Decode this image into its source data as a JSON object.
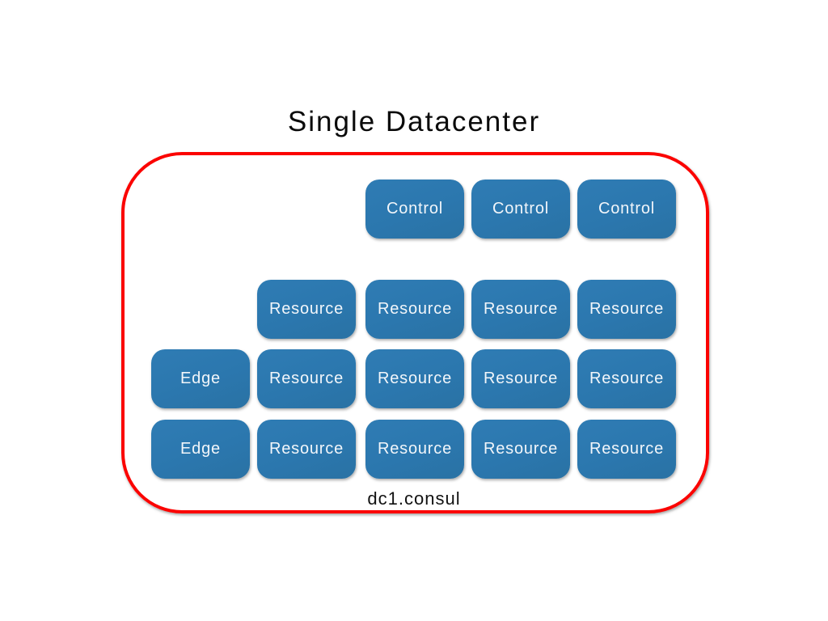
{
  "title": "Single Datacenter",
  "cluster": {
    "label": "dc1.consul",
    "border_color": "#fb0300"
  },
  "colors": {
    "node_fill": "#2b77ae",
    "node_text": "#f2f6fa",
    "background": "#ffffff",
    "title_color": "#0b0b0b"
  },
  "nodes": [
    {
      "label": "Control",
      "row": 1,
      "col": 3
    },
    {
      "label": "Control",
      "row": 1,
      "col": 4
    },
    {
      "label": "Control",
      "row": 1,
      "col": 5
    },
    {
      "label": "Resource",
      "row": 2,
      "col": 2
    },
    {
      "label": "Resource",
      "row": 2,
      "col": 3
    },
    {
      "label": "Resource",
      "row": 2,
      "col": 4
    },
    {
      "label": "Resource",
      "row": 2,
      "col": 5
    },
    {
      "label": "Edge",
      "row": 3,
      "col": 1
    },
    {
      "label": "Resource",
      "row": 3,
      "col": 2
    },
    {
      "label": "Resource",
      "row": 3,
      "col": 3
    },
    {
      "label": "Resource",
      "row": 3,
      "col": 4
    },
    {
      "label": "Resource",
      "row": 3,
      "col": 5
    },
    {
      "label": "Edge",
      "row": 4,
      "col": 1
    },
    {
      "label": "Resource",
      "row": 4,
      "col": 2
    },
    {
      "label": "Resource",
      "row": 4,
      "col": 3
    },
    {
      "label": "Resource",
      "row": 4,
      "col": 4
    },
    {
      "label": "Resource",
      "row": 4,
      "col": 5
    }
  ]
}
